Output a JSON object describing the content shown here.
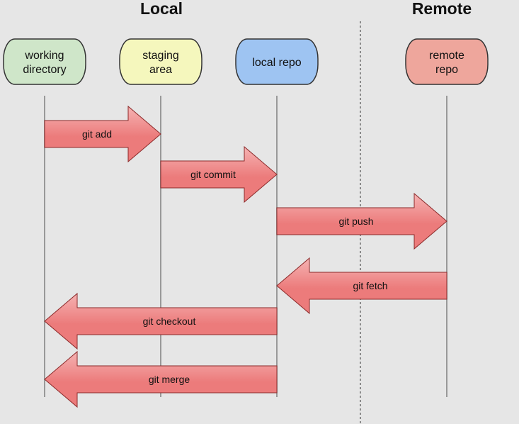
{
  "sections": {
    "local": "Local",
    "remote": "Remote"
  },
  "nodes": [
    {
      "id": "working-directory",
      "lines": [
        "working",
        "directory"
      ],
      "fill": "#cfe6c9"
    },
    {
      "id": "staging-area",
      "lines": [
        "staging",
        "area"
      ],
      "fill": "#f5f7bd"
    },
    {
      "id": "local-repo",
      "lines": [
        "local repo"
      ],
      "fill": "#9ec4f2"
    },
    {
      "id": "remote-repo",
      "lines": [
        "remote",
        "repo"
      ],
      "fill": "#eea69c"
    }
  ],
  "arrows": [
    {
      "id": "git-add",
      "label": "git add",
      "from": "working-directory",
      "to": "staging-area"
    },
    {
      "id": "git-commit",
      "label": "git commit",
      "from": "staging-area",
      "to": "local-repo"
    },
    {
      "id": "git-push",
      "label": "git push",
      "from": "local-repo",
      "to": "remote-repo"
    },
    {
      "id": "git-fetch",
      "label": "git fetch",
      "from": "remote-repo",
      "to": "local-repo"
    },
    {
      "id": "git-checkout",
      "label": "git checkout",
      "from": "local-repo",
      "to": "working-directory"
    },
    {
      "id": "git-merge",
      "label": "git merge",
      "from": "local-repo",
      "to": "working-directory"
    }
  ],
  "colors": {
    "background": "#e6e6e6",
    "arrow_fill": "#ec7b7b",
    "arrow_fill_light": "#f5b3b3",
    "arrow_stroke": "#8c2a2a",
    "lifeline": "#999999",
    "node_stroke": "#333333",
    "divider": "#333333"
  }
}
